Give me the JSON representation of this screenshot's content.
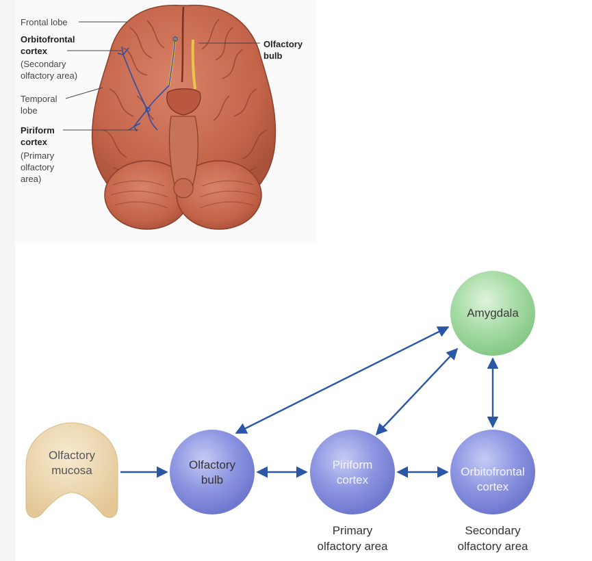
{
  "brain_labels": {
    "frontal_lobe": "Frontal lobe",
    "orbitofrontal_title": "Orbitofrontal\ncortex",
    "orbitofrontal_sub": "(Secondary\nolfactory area)",
    "temporal_lobe": "Temporal\nlobe",
    "piriform_title": "Piriform\ncortex",
    "piriform_sub": "(Primary\nolfactory\narea)",
    "olfactory_bulb": "Olfactory\nbulb"
  },
  "pathway": {
    "nodes": {
      "mucosa": "Olfactory\nmucosa",
      "bulb": "Olfactory\nbulb",
      "piriform": "Piriform\ncortex",
      "orbitofrontal": "Orbitofrontal\ncortex",
      "amygdala": "Amygdala"
    },
    "captions": {
      "primary": "Primary\nolfactory area",
      "secondary": "Secondary\nolfactory area"
    }
  },
  "colors": {
    "arrow": "#2a56a6",
    "mucosa_fill": "#ecd7a8",
    "blue_node": "#8a92e0",
    "green_node": "#a6dda6",
    "brain": "#c7674a",
    "tract_yellow": "#e8c64a",
    "tract_blue": "#2d4fa3"
  }
}
